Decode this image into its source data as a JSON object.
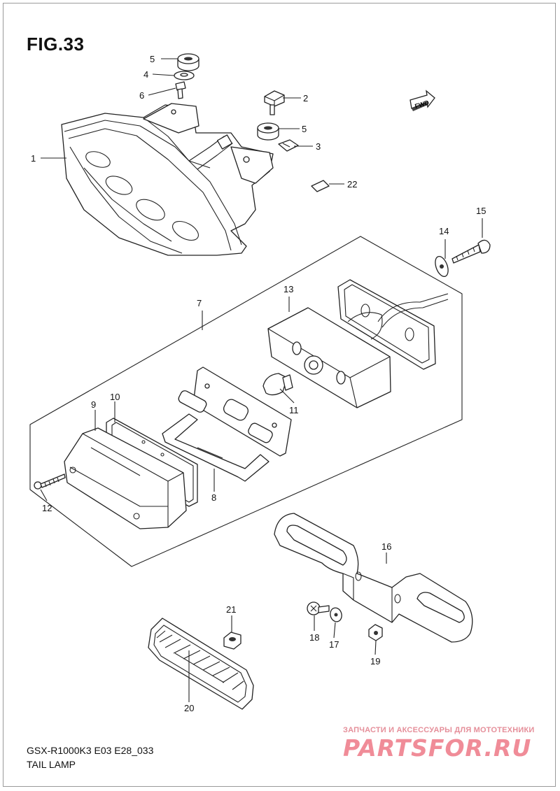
{
  "figure": {
    "title": "FIG.33"
  },
  "fwd_label": "FWD",
  "footer": {
    "model": "GSX-R1000K3 E03 E28_033",
    "name": "TAIL LAMP"
  },
  "watermark": {
    "tagline": "ЗАПЧАСТИ И АКСЕССУАРЫ ДЛЯ МОТОТЕХНИКИ",
    "logo": "PARTSFOR.RU"
  },
  "callouts": {
    "c1": "1",
    "c2": "2",
    "c3": "3",
    "c4": "4",
    "c5a": "5",
    "c5b": "5",
    "c6": "6",
    "c7": "7",
    "c8": "8",
    "c9": "9",
    "c10": "10",
    "c11": "11",
    "c12": "12",
    "c13": "13",
    "c14": "14",
    "c15": "15",
    "c16": "16",
    "c17": "17",
    "c18": "18",
    "c19": "19",
    "c20": "20",
    "c21": "21",
    "c22": "22"
  }
}
